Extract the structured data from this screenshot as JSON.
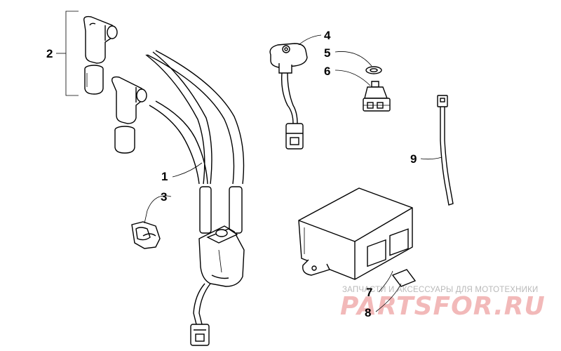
{
  "diagram": {
    "callouts": [
      {
        "id": "1",
        "label": "1"
      },
      {
        "id": "2",
        "label": "2"
      },
      {
        "id": "3",
        "label": "3"
      },
      {
        "id": "4",
        "label": "4"
      },
      {
        "id": "5",
        "label": "5"
      },
      {
        "id": "6",
        "label": "6"
      },
      {
        "id": "7",
        "label": "7"
      },
      {
        "id": "8",
        "label": "8"
      },
      {
        "id": "9",
        "label": "9"
      }
    ]
  },
  "watermark": {
    "caption": "ЗАПЧАСТИ И АКСЕССУАРЫ ДЛЯ МОТОТЕХНИКИ",
    "logo": "PARTSFOR.RU"
  }
}
